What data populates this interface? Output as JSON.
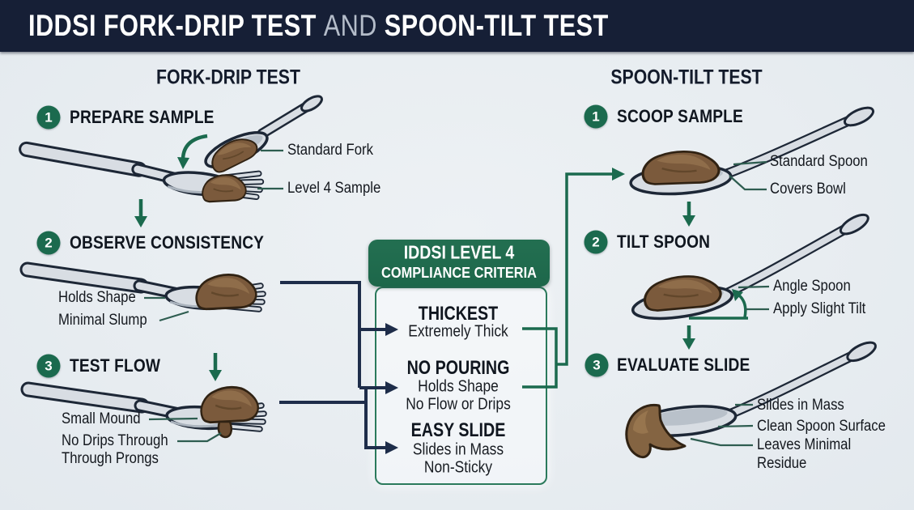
{
  "colors": {
    "header_bg": "#161f36",
    "background": "#e9edf1",
    "accent_green": "#1b6a4e",
    "connector_navy": "#1e2d4a",
    "cutlery_metal": "#d8dde3",
    "sample_brown": "#7b5a3c",
    "title_text": "#ffffff",
    "body_text": "#14181e"
  },
  "header": {
    "title_bold_1": "IDDSI FORK-DRIP TEST",
    "title_conjunction": "AND",
    "title_bold_2": "SPOON-TILT TEST"
  },
  "fork_test": {
    "title": "FORK-DRIP TEST",
    "steps": [
      {
        "number": "1",
        "title": "PREPARE SAMPLE",
        "callouts": [
          "Standard Fork",
          "Level 4 Sample"
        ]
      },
      {
        "number": "2",
        "title": "OBSERVE CONSISTENCY",
        "callouts": [
          "Holds Shape",
          "Minimal Slump"
        ]
      },
      {
        "number": "3",
        "title": "TEST FLOW",
        "callouts": [
          "Small Mound",
          "No Drips Through\nThrough Prongs"
        ]
      }
    ]
  },
  "spoon_test": {
    "title": "SPOON-TILT TEST",
    "steps": [
      {
        "number": "1",
        "title": "SCOOP SAMPLE",
        "callouts": [
          "Standard Spoon",
          "Covers Bowl"
        ]
      },
      {
        "number": "2",
        "title": "TILT SPOON",
        "callouts": [
          "Angle Spoon",
          "Apply Slight Tilt"
        ]
      },
      {
        "number": "3",
        "title": "EVALUATE SLIDE",
        "callouts": [
          "Slides in Mass",
          "Clean Spoon Surface",
          "Leaves Minimal\nResidue"
        ]
      }
    ]
  },
  "criteria": {
    "header_line1": "IDDSI LEVEL 4",
    "header_line2": "COMPLIANCE CRITERIA",
    "items": [
      {
        "title": "THICKEST",
        "lines": [
          "Extremely Thick"
        ]
      },
      {
        "title": "NO POURING",
        "lines": [
          "Holds Shape",
          "No Flow or Drips"
        ]
      },
      {
        "title": "EASY SLIDE",
        "lines": [
          "Slides in Mass",
          "Non-Sticky"
        ]
      }
    ]
  }
}
